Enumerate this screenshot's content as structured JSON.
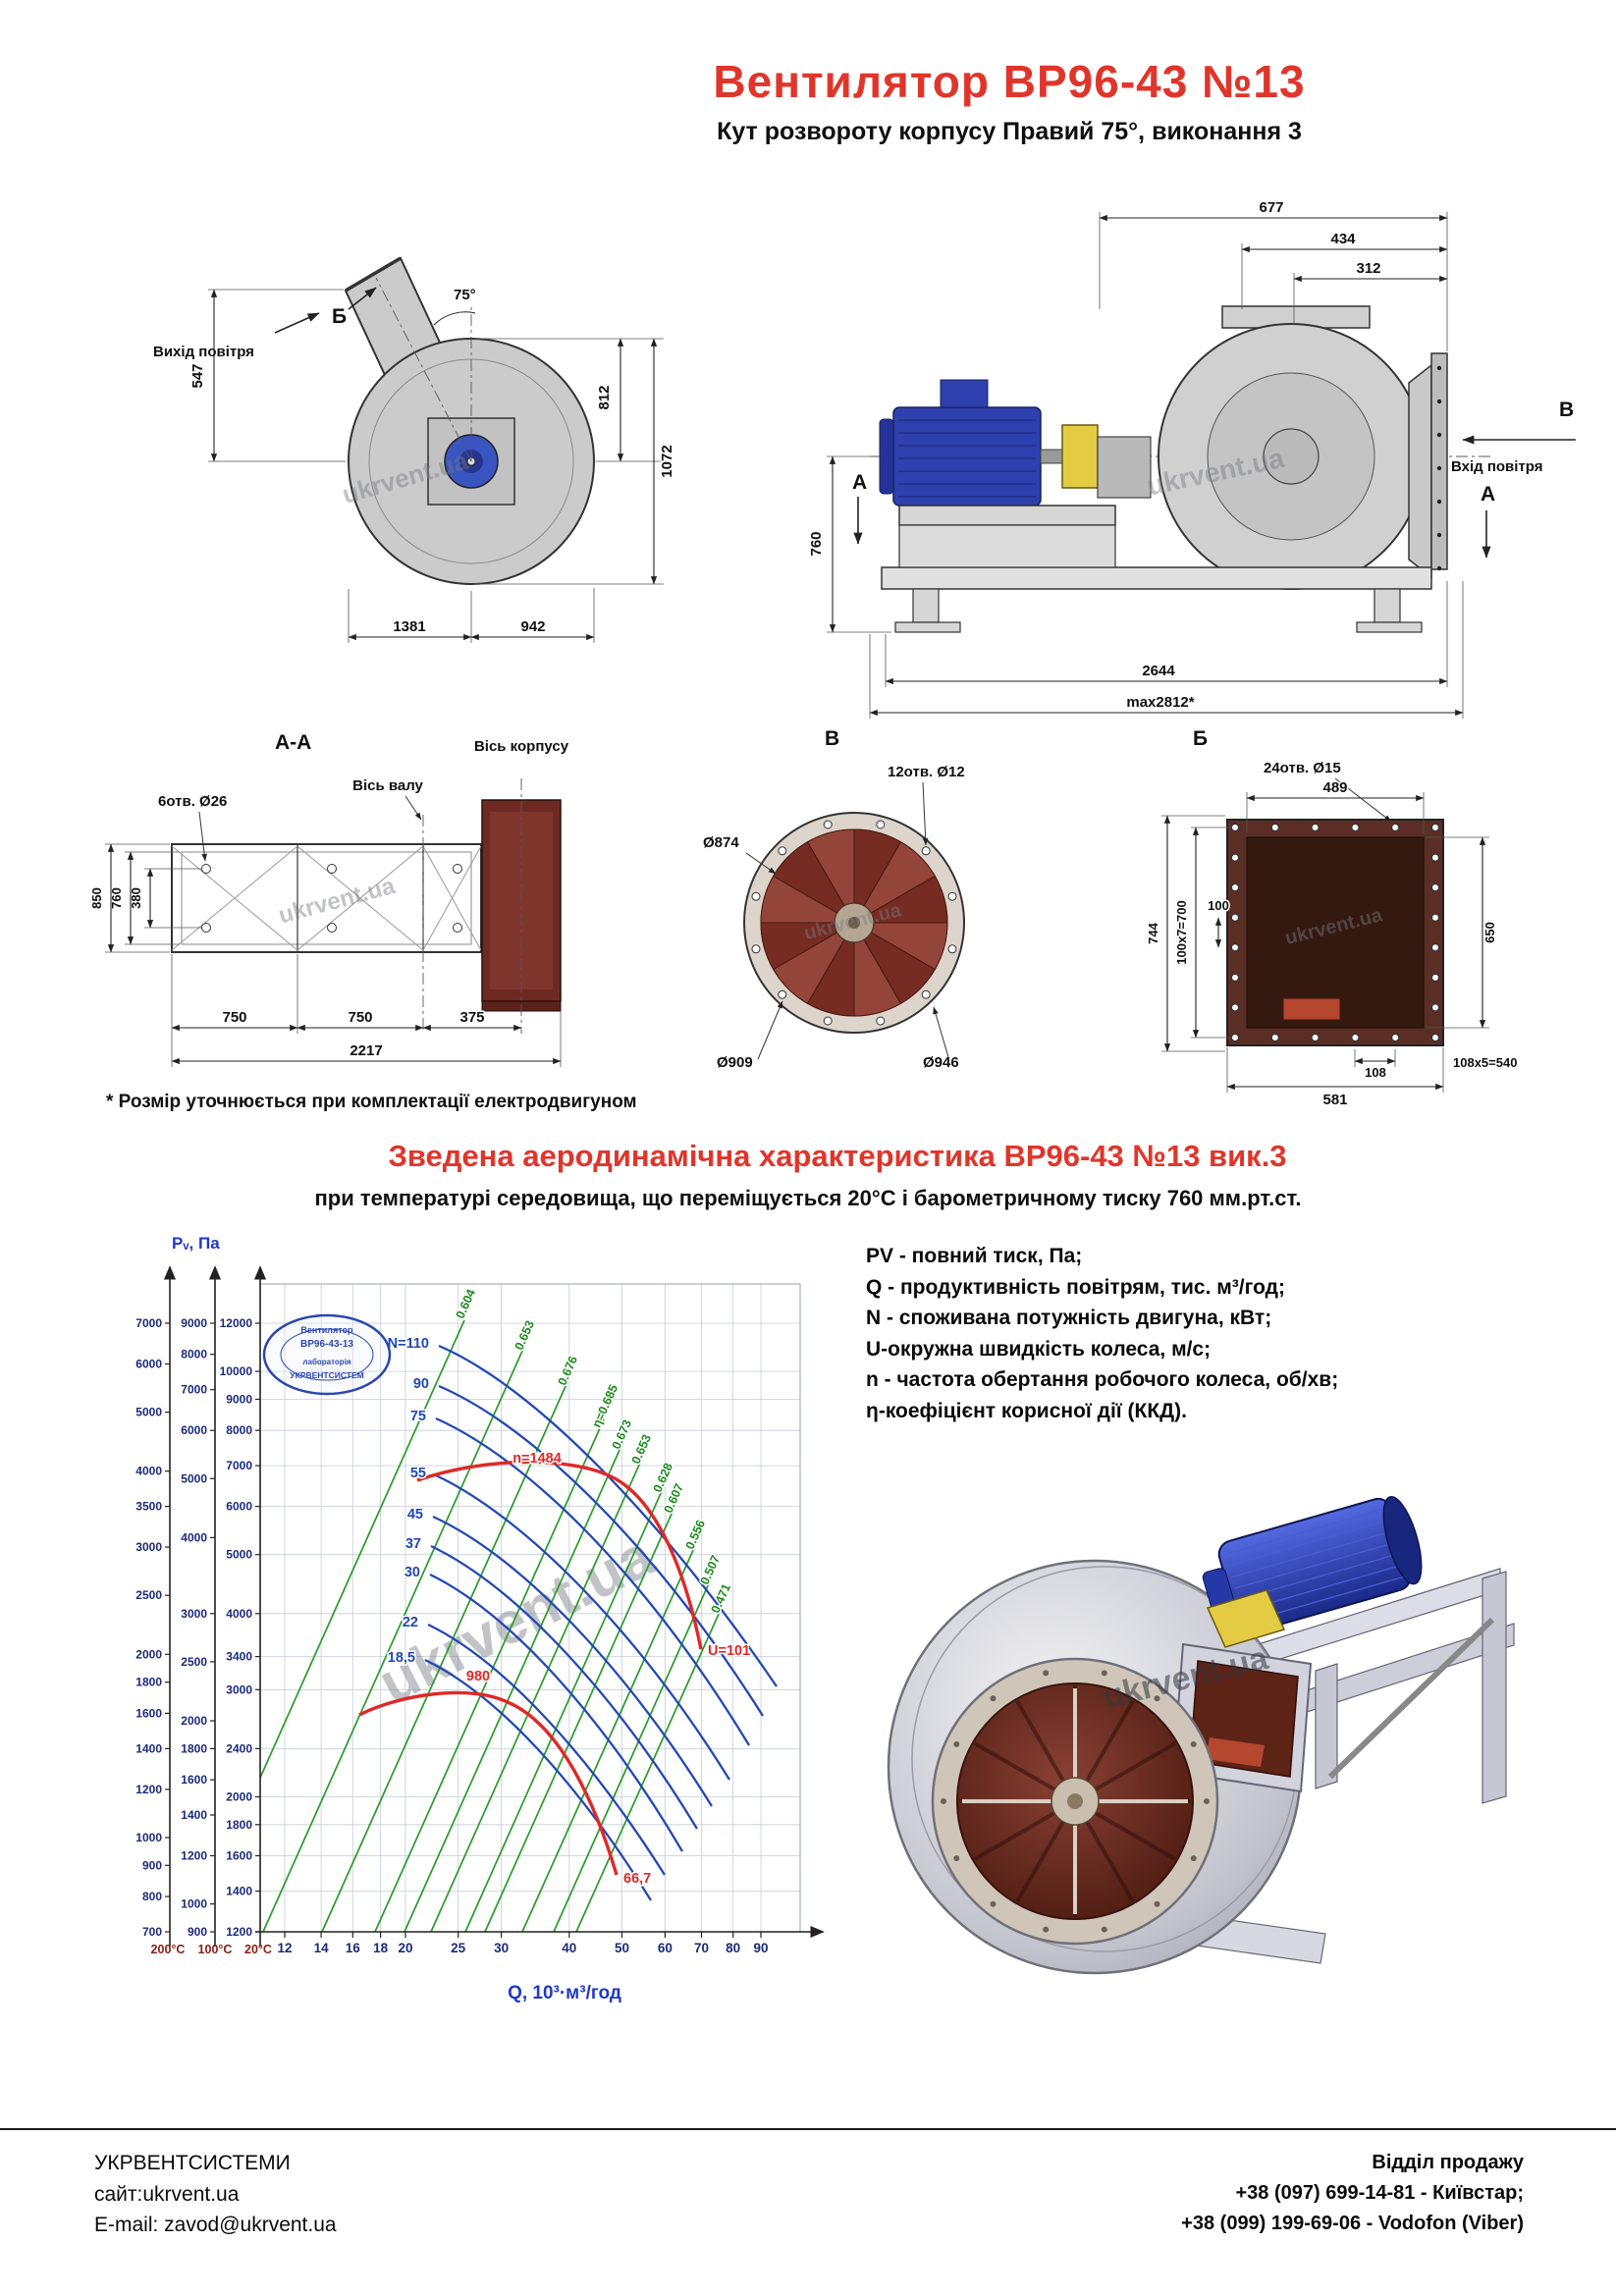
{
  "page": {
    "title": "Вентилятор  ВР96-43 №13",
    "subtitle": "Кут розвороту корпусу Правий 75°, виконання 3",
    "note": "* Розмір уточнюється при комплектації електродвигуном",
    "watermark": "ukrvent.ua"
  },
  "volute": {
    "view_label": "Б",
    "air_out": "Вихід повітря",
    "angle": "75°",
    "d547": "547",
    "d812": "812",
    "d1072": "1072",
    "d1381": "1381",
    "d942": "942"
  },
  "side": {
    "d677": "677",
    "d434": "434",
    "d312": "312",
    "d760": "760",
    "d2644": "2644",
    "dmax": "max2812*",
    "view_v": "В",
    "air_in": "Вхід повітря",
    "a_left": "А",
    "a_right": "А"
  },
  "section_aa": {
    "title": "А-А",
    "axis_housing": "Вісь корпусу",
    "axis_shaft": "Вісь валу",
    "holes": "6отв. Ø26",
    "d850": "850",
    "d760": "760",
    "d380": "380",
    "d750a": "750",
    "d750b": "750",
    "d375": "375",
    "d2217": "2217"
  },
  "flange_v": {
    "title": "В",
    "holes": "12отв. Ø12",
    "d874": "Ø874",
    "d909": "Ø909",
    "d946": "Ø946"
  },
  "flange_b": {
    "title": "Б",
    "holes": "24отв. Ø15",
    "d489": "489",
    "d744": "744",
    "d100x7": "100х7=700",
    "d100": "100",
    "d650": "650",
    "d108": "108",
    "d581": "581",
    "d108x5": "108х5=540"
  },
  "aero": {
    "title": "Зведена аеродинамічна характеристика ВР96-43 №13 вик.3",
    "subtitle": "при температурі середовища, що переміщується 20°С і барометричному тиску 760 мм.рт.ст."
  },
  "legend": {
    "lines": [
      "PV - повний тиск, Па;",
      "Q - продуктивність повітрям, тис. м³/год;",
      "N - споживана потужність двигуна, кВт;",
      "U-окружна швидкість колеса, м/с;",
      "n - частота обертання робочого колеса, об/хв;",
      "η-коефіцієнт корисної дії (ККД)."
    ]
  },
  "chart_data": {
    "type": "line",
    "title": "Зведена аеродинамічна характеристика ВР96-43 №13 вик.3",
    "ylabel": "Pᵥ, Па",
    "xlabel": "Q, 10³·м³/год",
    "x_scale": "log",
    "x_ticks": [
      "12",
      "14",
      "16",
      "18",
      "20",
      "25",
      "30",
      "40",
      "50",
      "60",
      "70",
      "80",
      "90"
    ],
    "temp_scales": [
      "200°С",
      "100°С",
      "20°С"
    ],
    "y_axis_200C": [
      "700",
      "800",
      "900",
      "1000",
      "1200",
      "1400",
      "1600",
      "1800",
      "2000",
      "2500",
      "3000",
      "3500",
      "4000",
      "5000",
      "6000",
      "7000"
    ],
    "y_axis_100C": [
      "900",
      "1000",
      "1200",
      "1400",
      "1600",
      "1800",
      "2000",
      "2500",
      "3000",
      "4000",
      "5000",
      "6000",
      "7000",
      "8000",
      "9000"
    ],
    "y_axis_20C": [
      "1200",
      "1400",
      "1600",
      "1800",
      "2000",
      "2400",
      "3000",
      "3400",
      "4000",
      "5000",
      "6000",
      "7000",
      "8000",
      "9000",
      "10000",
      "12000"
    ],
    "power_curves": [
      "N=110",
      "90",
      "75",
      "55",
      "45",
      "37",
      "30",
      "22",
      "18,5"
    ],
    "efficiency_lines": [
      "0.604",
      "0.653",
      "0.676",
      "η=0.685",
      "0.673",
      "0.653",
      "0.628",
      "0.607",
      "0.556",
      "0.507",
      "0.471"
    ],
    "speed_curves": [
      "n=1484",
      "980"
    ],
    "tip_speed": [
      "U=101",
      "66,7"
    ],
    "stamp": [
      "Вентилятор",
      "ВР96-43-13",
      "лабораторія",
      "УКРВЕНТСИСТЕМ"
    ]
  },
  "footer": {
    "company": "УКРВЕНТСИСТЕМИ",
    "site": "сайт:ukrvent.ua",
    "email": "E-mail: zavod@ukrvent.ua",
    "sales_title": "Відділ продажу",
    "phone1": "+38 (097) 699-14-81 - Київстар;",
    "phone2": "+38 (099) 199-69-06 - Vodofon (Viber)"
  }
}
